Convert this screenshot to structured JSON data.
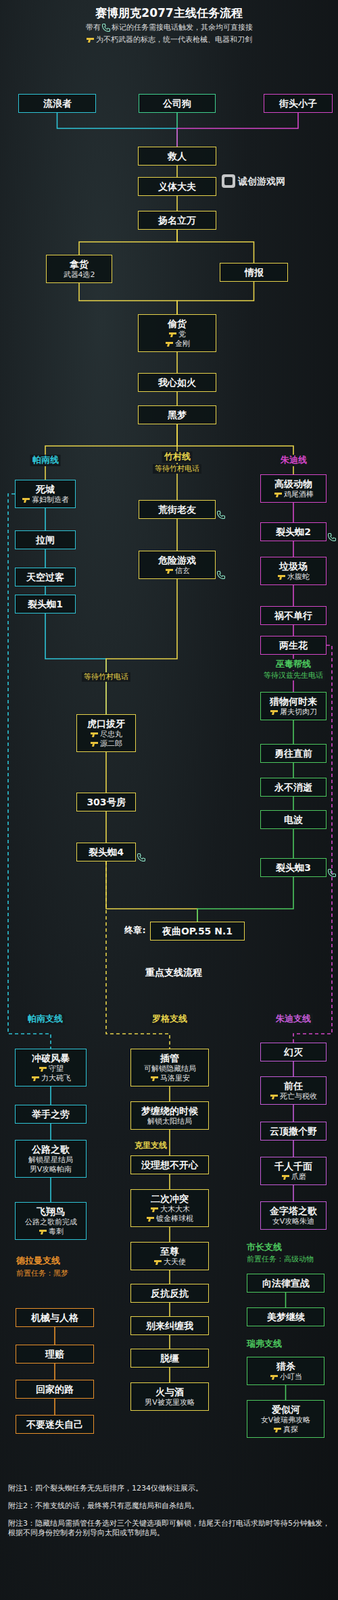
{
  "diagram": {
    "title": "赛博朋克2077主线任务流程",
    "nodes": [
      {
        "text": [
          "流浪者"
        ]
      },
      {
        "text": [
          "公司狗"
        ]
      },
      {
        "text": [
          "街头小子"
        ]
      },
      {
        "text": [
          "救人"
        ]
      },
      {
        "text": [
          "义体大夫"
        ]
      },
      {
        "text": [
          "扬名立万"
        ]
      },
      {
        "text": [
          "拿货",
          "武器4选2"
        ]
      },
      {
        "text": [
          "情报"
        ]
      },
      {
        "text": [
          "偷货",
          "党",
          "金刚"
        ]
      },
      {
        "text": [
          "我心如火"
        ]
      },
      {
        "text": [
          "黑梦"
        ]
      },
      {
        "text": [
          "死城",
          "寡妇制造者"
        ]
      },
      {
        "text": [
          "拉闸"
        ]
      },
      {
        "text": [
          "天空过客"
        ]
      },
      {
        "text": [
          "裂头蜘1"
        ]
      },
      {
        "text": [
          "荒街老友"
        ]
      },
      {
        "text": [
          "危险游戏",
          "信玄"
        ]
      },
      {
        "text": [
          "高级动物",
          "鸡尾酒棒"
        ]
      },
      {
        "text": [
          "裂头蜘2"
        ]
      },
      {
        "text": [
          "垃圾场",
          "水腹蛇"
        ]
      },
      {
        "text": [
          "祸不单行"
        ]
      },
      {
        "text": [
          "两生花"
        ]
      },
      {
        "text": [
          "猎物何时来",
          "屠夫切肉刀"
        ]
      },
      {
        "text": [
          "勇往直前"
        ]
      },
      {
        "text": [
          "永不消逝"
        ]
      },
      {
        "text": [
          "电波"
        ]
      },
      {
        "text": [
          "裂头蜘3"
        ]
      },
      {
        "text": [
          "虎口拔牙",
          "尽忠丸",
          "源二郎"
        ]
      },
      {
        "text": [
          "303号房"
        ]
      },
      {
        "text": [
          "裂头蜘4"
        ]
      },
      {
        "text": [
          "夜曲OP.55 N.1"
        ]
      },
      {
        "text": [
          "冲破风暴",
          "守望",
          "力大砘飞"
        ]
      },
      {
        "text": [
          "举手之劳"
        ]
      },
      {
        "text": [
          "公路之歌",
          "解锁星星结局",
          "男V攻略帕南"
        ]
      },
      {
        "text": [
          "飞翔鸟",
          "公路之歌前完成",
          "毒刺"
        ]
      },
      {
        "text": [
          "插管",
          "可解锁隐藏结局",
          "马洛里安"
        ]
      },
      {
        "text": [
          "梦缠绕的时候",
          "解锁太阳结局"
        ]
      },
      {
        "text": [
          "没理想不开心"
        ]
      },
      {
        "text": [
          "二次冲突",
          "大木大木",
          "镀金棒球棍"
        ]
      },
      {
        "text": [
          "至尊",
          "大天使"
        ]
      },
      {
        "text": [
          "反抗反抗"
        ]
      },
      {
        "text": [
          "别来纠缠我"
        ]
      },
      {
        "text": [
          "脱缰"
        ]
      },
      {
        "text": [
          "火与酒",
          "男V被克里攻略"
        ]
      },
      {
        "text": [
          "幻灭"
        ]
      },
      {
        "text": [
          "前任",
          "死亡与税收"
        ]
      },
      {
        "text": [
          "云顶撒个野"
        ]
      },
      {
        "text": [
          "千人千面",
          "爪磨"
        ]
      },
      {
        "text": [
          "金字塔之歌",
          "女V攻略朱迪"
        ]
      },
      {
        "text": [
          "向法律宣战"
        ]
      },
      {
        "text": [
          "美梦继续"
        ]
      },
      {
        "text": [
          "猎杀",
          "小叮当"
        ]
      },
      {
        "text": [
          "爱似河",
          "女V被瑞弗攻略",
          "真探"
        ]
      },
      {
        "text": [
          "机械与人格"
        ]
      },
      {
        "text": [
          "理赔"
        ]
      },
      {
        "text": [
          "回家的路"
        ]
      },
      {
        "text": [
          "不要迷失自己"
        ]
      }
    ],
    "edges": [
      {
        "from": 0,
        "to": 3,
        "arrow": "none"
      },
      {
        "from": 1,
        "to": 3,
        "arrow": "none"
      },
      {
        "from": 2,
        "to": 3,
        "arrow": "none"
      },
      {
        "from": 3,
        "to": 4,
        "arrow": "none"
      },
      {
        "from": 4,
        "to": 5,
        "arrow": "none"
      },
      {
        "from": 5,
        "to": 6,
        "arrow": "none"
      },
      {
        "from": 5,
        "to": 7,
        "arrow": "none"
      },
      {
        "from": 6,
        "to": 8,
        "arrow": "none"
      },
      {
        "from": 7,
        "to": 8,
        "arrow": "none"
      },
      {
        "from": 8,
        "to": 9,
        "arrow": "none"
      },
      {
        "from": 9,
        "to": 10,
        "arrow": "none"
      },
      {
        "from": 10,
        "to": 11,
        "arrow": "none"
      },
      {
        "from": 10,
        "to": 15,
        "arrow": "none"
      },
      {
        "from": 10,
        "to": 17,
        "arrow": "none"
      },
      {
        "from": 11,
        "to": 12,
        "arrow": "none"
      },
      {
        "from": 12,
        "to": 13,
        "arrow": "none"
      },
      {
        "from": 13,
        "to": 14,
        "arrow": "none"
      },
      {
        "from": 15,
        "to": 16,
        "arrow": "none"
      },
      {
        "from": 17,
        "to": 18,
        "arrow": "none"
      },
      {
        "from": 18,
        "to": 19,
        "arrow": "none"
      },
      {
        "from": 19,
        "to": 20,
        "arrow": "none"
      },
      {
        "from": 20,
        "to": 21,
        "arrow": "none"
      },
      {
        "from": 21,
        "to": 22,
        "arrow": "none"
      },
      {
        "from": 22,
        "to": 23,
        "arrow": "none"
      },
      {
        "from": 23,
        "to": 24,
        "arrow": "none"
      },
      {
        "from": 24,
        "to": 25,
        "arrow": "none"
      },
      {
        "from": 25,
        "to": 26,
        "arrow": "none"
      },
      {
        "from": 14,
        "to": 27,
        "arrow": "none"
      },
      {
        "from": 16,
        "to": 27,
        "arrow": "none"
      },
      {
        "from": 27,
        "to": 28,
        "arrow": "none"
      },
      {
        "from": 28,
        "to": 29,
        "arrow": "none"
      },
      {
        "from": 29,
        "to": 30,
        "arrow": "none"
      },
      {
        "from": 26,
        "to": 30,
        "arrow": "none"
      },
      {
        "from": 11,
        "to": 31,
        "arrow": "none"
      },
      {
        "from": 29,
        "to": 35,
        "arrow": "none"
      },
      {
        "from": 21,
        "to": 44,
        "arrow": "none"
      },
      {
        "from": 31,
        "to": 32,
        "arrow": "none"
      },
      {
        "from": 32,
        "to": 33,
        "arrow": "none"
      },
      {
        "from": 33,
        "to": 34,
        "arrow": "none"
      },
      {
        "from": 35,
        "to": 36,
        "arrow": "none"
      },
      {
        "from": 36,
        "to": 37,
        "arrow": "none"
      },
      {
        "from": 37,
        "to": 38,
        "arrow": "none"
      },
      {
        "from": 38,
        "to": 39,
        "arrow": "none"
      },
      {
        "from": 39,
        "to": 40,
        "arrow": "none"
      },
      {
        "from": 40,
        "to": 41,
        "arrow": "none"
      },
      {
        "from": 41,
        "to": 42,
        "arrow": "none"
      },
      {
        "from": 42,
        "to": 43,
        "arrow": "none"
      },
      {
        "from": 44,
        "to": 45,
        "arrow": "none"
      },
      {
        "from": 45,
        "to": 46,
        "arrow": "none"
      },
      {
        "from": 46,
        "to": 47,
        "arrow": "none"
      },
      {
        "from": 47,
        "to": 48,
        "arrow": "none"
      },
      {
        "from": 49,
        "to": 50,
        "arrow": "none"
      },
      {
        "from": 51,
        "to": 52,
        "arrow": "none"
      },
      {
        "from": 53,
        "to": 54,
        "arrow": "none"
      },
      {
        "from": 54,
        "to": 55,
        "arrow": "none"
      },
      {
        "from": 55,
        "to": 56,
        "arrow": "none"
      }
    ],
    "labels": [
      "带有",
      "标记的任务需接电话触发，其余均可直接接",
      "为不朽武器的标志，统一代表枪械、电器和刀剑",
      "诚创游戏网",
      "帕南线",
      "竹村线",
      "等待竹村电话",
      "朱迪线",
      "巫毒帮线",
      "等待汉兹先生电话",
      "等待竹村电话",
      "终章:",
      "重点支线流程",
      "帕南支线",
      "罗格支线",
      "朱迪支线",
      "克里支线",
      "市长支线",
      "前置任务：高级动物",
      "瑞弗支线",
      "德拉曼支线",
      "前置任务：黑梦",
      "附注1：四个裂头蜘任务无先后排序，1234仅做标注展示。",
      "附注2：不推支线的话，最终将只有恶魔结局和自杀结局。",
      "附注3：隐藏结局需插管任务选对三个关键选项即可解锁，结尾天台打电话求助时等待5分钟触发，根据不同身份控制者分别导向太阳或节制结局。"
    ]
  }
}
